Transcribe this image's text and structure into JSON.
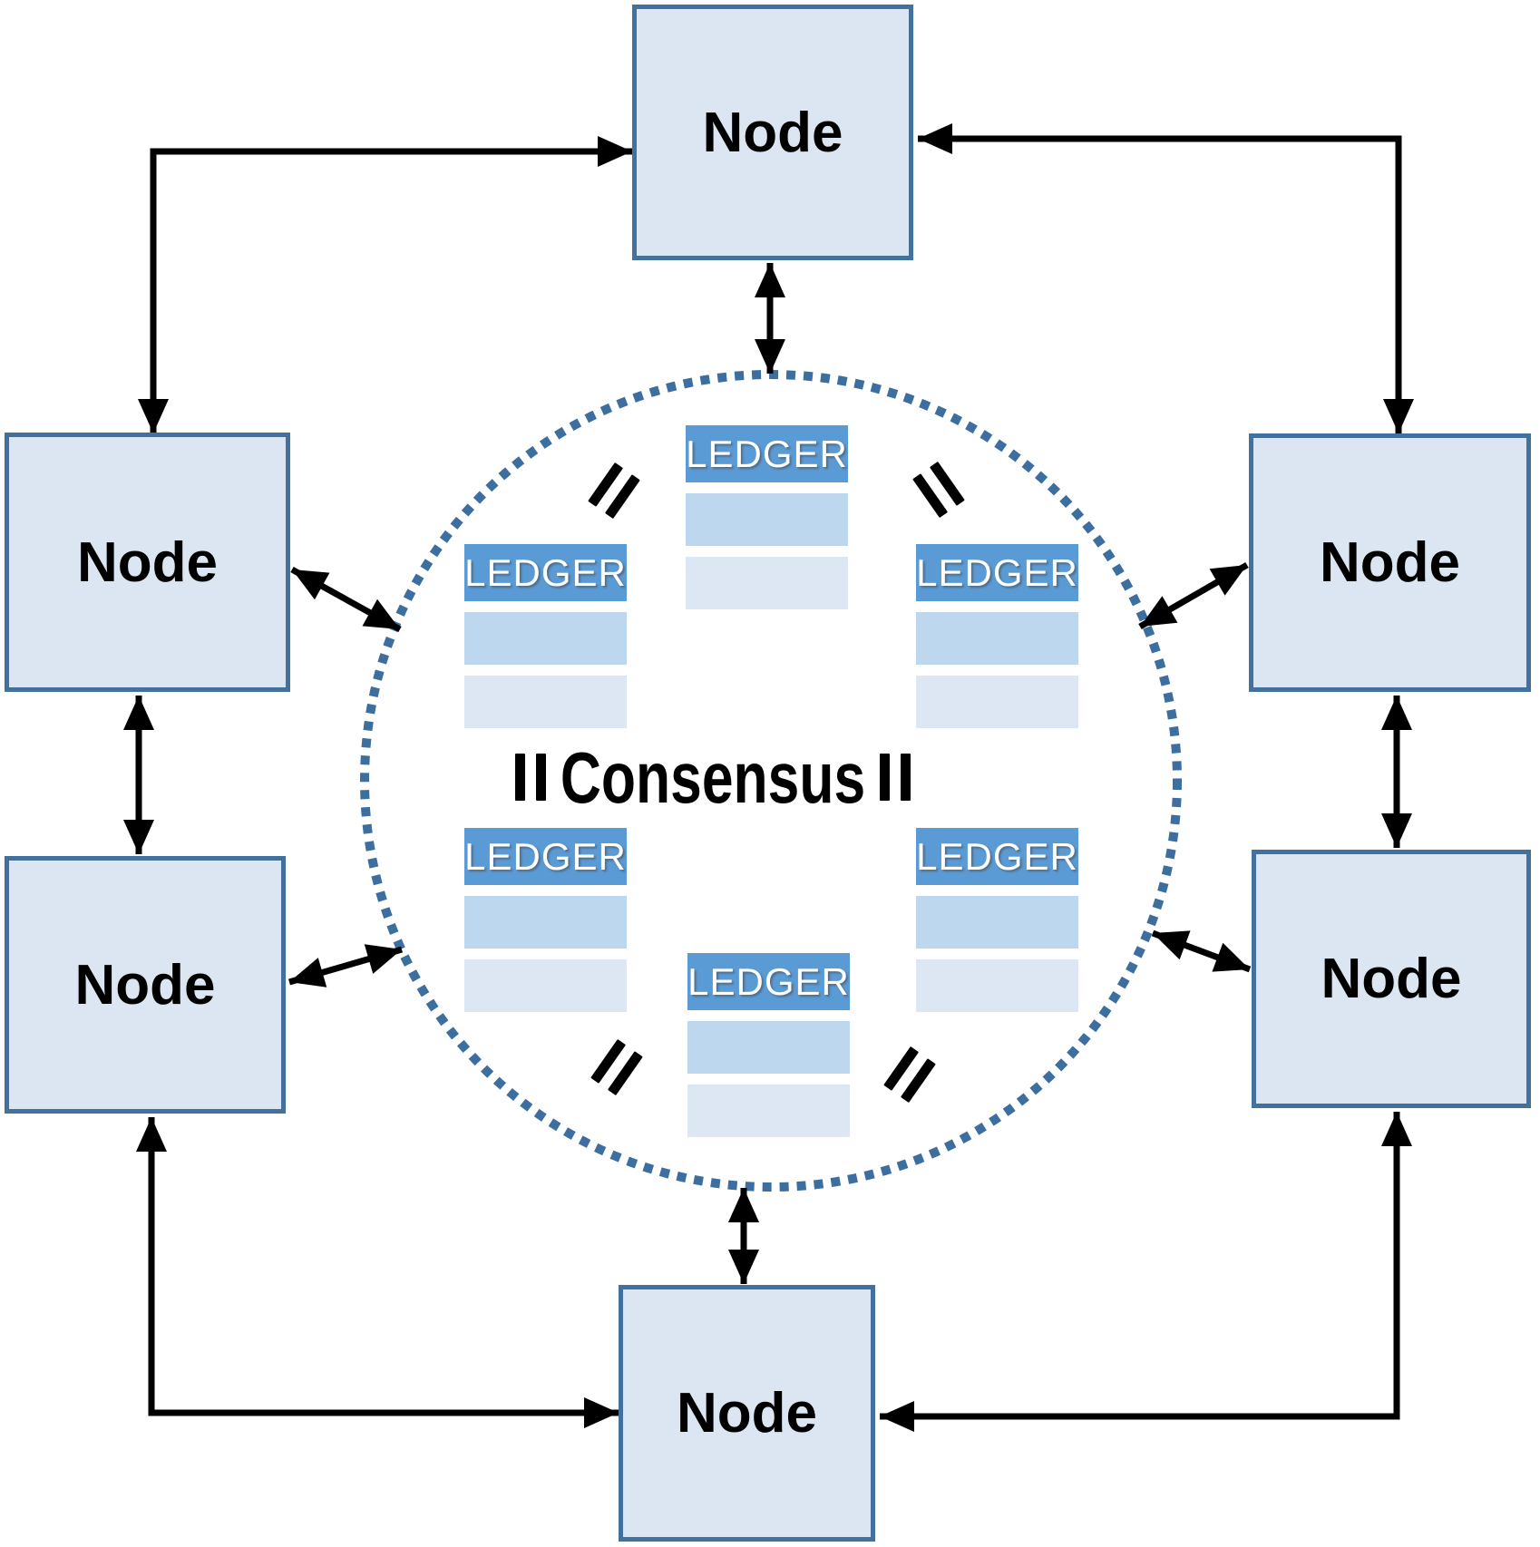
{
  "nodes": [
    {
      "id": "top",
      "label": "Node"
    },
    {
      "id": "upper-left",
      "label": "Node"
    },
    {
      "id": "upper-right",
      "label": "Node"
    },
    {
      "id": "lower-left",
      "label": "Node"
    },
    {
      "id": "lower-right",
      "label": "Node"
    },
    {
      "id": "bottom",
      "label": "Node"
    }
  ],
  "consensus": {
    "label": "Consensus"
  },
  "ledgers": [
    {
      "id": "top",
      "label": "LEDGER"
    },
    {
      "id": "middle-left",
      "label": "LEDGER"
    },
    {
      "id": "middle-right",
      "label": "LEDGER"
    },
    {
      "id": "bottom-left",
      "label": "LEDGER"
    },
    {
      "id": "bottom-right",
      "label": "LEDGER"
    },
    {
      "id": "bottom-center",
      "label": "LEDGER"
    }
  ],
  "colors": {
    "node_fill": "#dce6f2",
    "node_border": "#41719c",
    "ledger_header": "#5b9bd5",
    "ledger_row1": "#bdd7ee",
    "ledger_row2": "#dce7f3",
    "circle_dotted": "#3c6e9f",
    "arrow": "#000000",
    "text": "#000000"
  }
}
